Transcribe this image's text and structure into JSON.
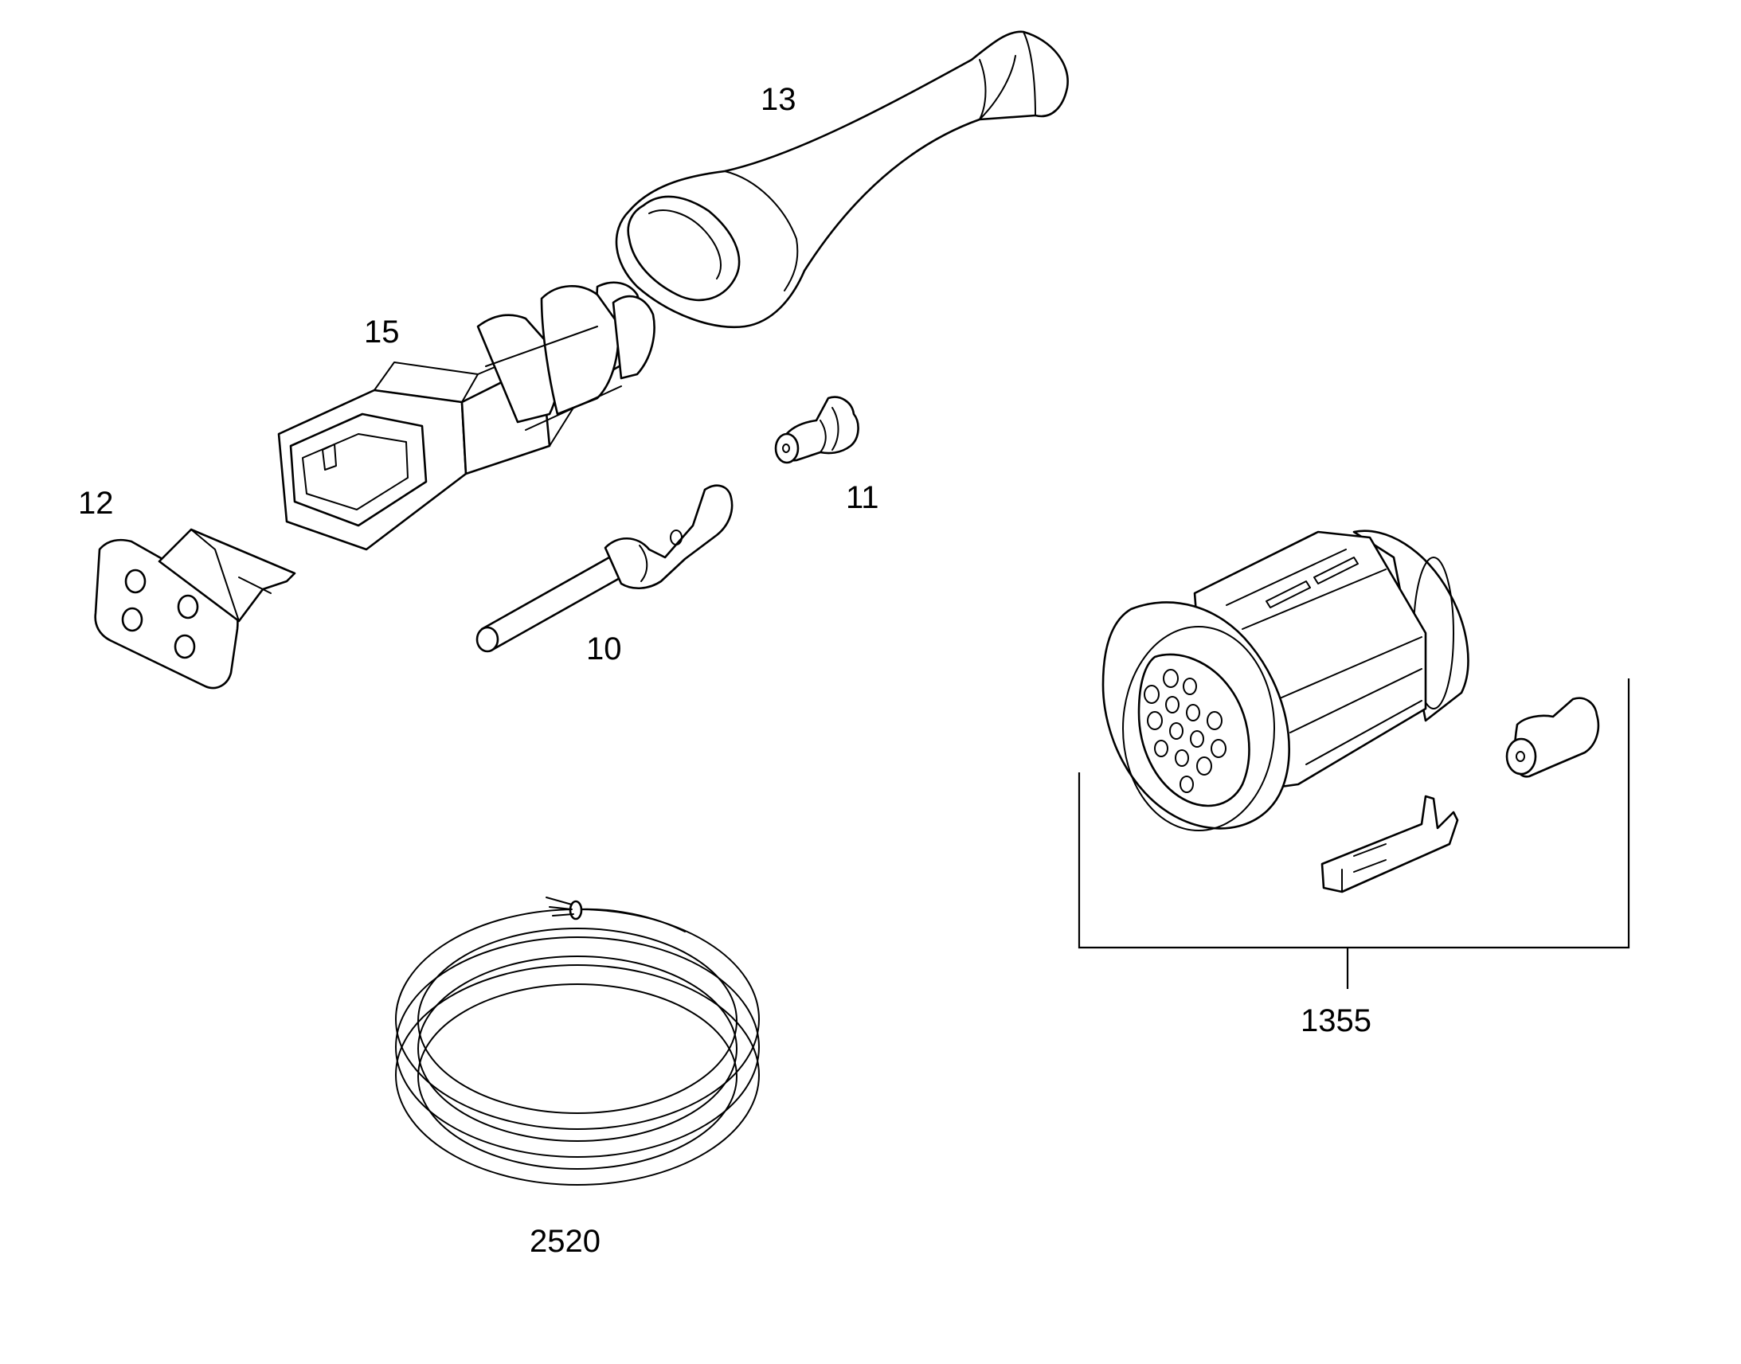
{
  "diagram": {
    "background": "#ffffff",
    "line_color": "#000000",
    "callouts": {
      "c13": "13",
      "c15": "15",
      "c12": "12",
      "c11": "11",
      "c10": "10",
      "c1355": "1355",
      "c2520": "2520"
    },
    "parts": [
      {
        "callout": "13",
        "part": "boot-seal"
      },
      {
        "callout": "15",
        "part": "connector-housing"
      },
      {
        "callout": "12",
        "part": "wedge-lock"
      },
      {
        "callout": "11",
        "part": "seal-plug"
      },
      {
        "callout": "10",
        "part": "contact-pin"
      },
      {
        "callout": "1355",
        "part": "connector-kit"
      },
      {
        "callout": "2520",
        "part": "cable-coil"
      }
    ]
  }
}
